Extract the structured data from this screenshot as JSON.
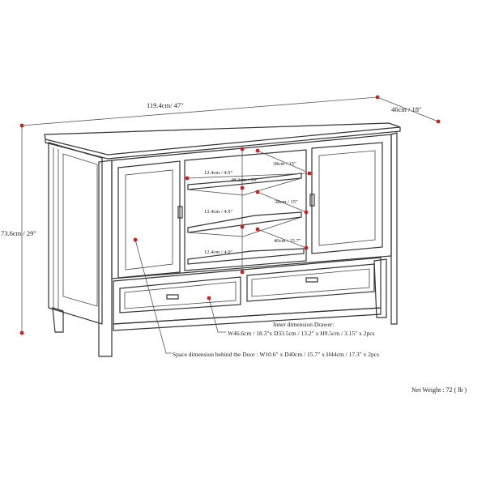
{
  "dimensions": {
    "width": "119.4cm/ 47\"",
    "depth": "46cm / 18\"",
    "height": "73.6cm / 29\"",
    "shelf_gap_top": "12.4cm / 4.9\"",
    "shelf_gap_middle": "12.4cm / 4.9\"",
    "shelf_gap_bottom": "12.4cm / 4.9\"",
    "shelf_width": "48.3cm / 19\"",
    "shelf_depth_top": "38cm / 15\"",
    "shelf_depth_middle": "38cm / 15\"",
    "shelf_depth_bottom": "40cm / 15.7\""
  },
  "notes": {
    "drawer_title": "Inner dimension Drawer:",
    "drawer_detail": "W46.6cm / 18.3\"x D33.5cm / 13.2\" x H9.5cm / 3.15\" x 2pcs",
    "door_space": "Space dimension behind the Door : W10.6\" x D40cm / 15.7\" x H44cm / 17.3\" x 2pcs",
    "net_weight": "Net Weight : 72 ( lb )"
  },
  "colors": {
    "marker": "#cc1f1f",
    "outline": "#333333"
  }
}
